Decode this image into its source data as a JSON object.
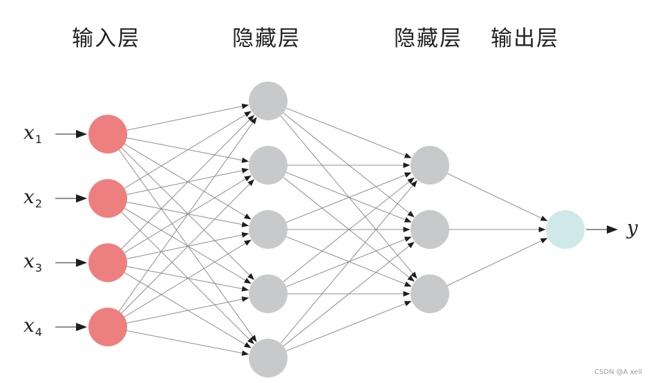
{
  "titles": [
    "输入层",
    "隐藏层",
    "隐藏层",
    "输出层"
  ],
  "inputs": [
    {
      "base": "x",
      "sub": "1"
    },
    {
      "base": "x",
      "sub": "2"
    },
    {
      "base": "x",
      "sub": "3"
    },
    {
      "base": "x",
      "sub": "4"
    }
  ],
  "output_label": "y",
  "watermark": "CSDN @A xell",
  "colors": {
    "input_node": "#ee7f7f",
    "hidden_node": "#c8c9cb",
    "output_node": "#cfe8e8",
    "edge": "#8c8c8c",
    "arrow": "#1e1e1e"
  }
}
